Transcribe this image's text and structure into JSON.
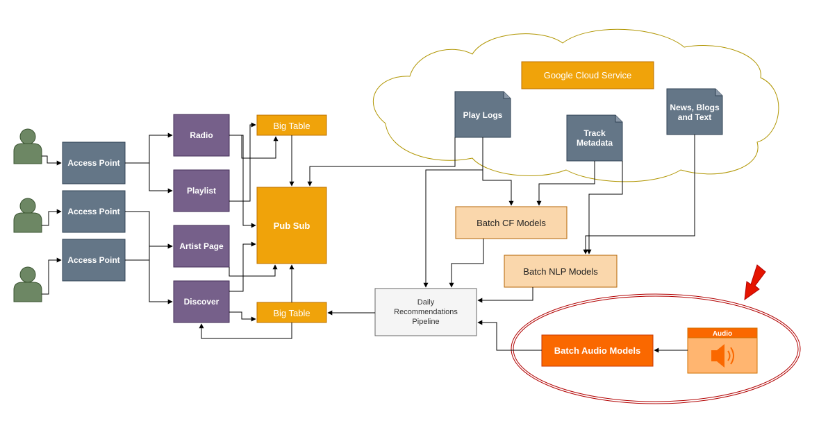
{
  "cloud": {
    "label": "Google Cloud Service"
  },
  "access_points": [
    "Access Point",
    "Access Point",
    "Access Point"
  ],
  "pages": {
    "radio": "Radio",
    "playlist": "Playlist",
    "artist": "Artist Page",
    "discover": "Discover"
  },
  "bigtable": {
    "top": "Big Table",
    "bottom": "Big Table"
  },
  "pubsub": {
    "label": "Pub Sub"
  },
  "documents": {
    "play_logs": [
      "Play Logs"
    ],
    "track_metadata": [
      "Track",
      "Metadata"
    ],
    "news": [
      "News, Blogs",
      "and Text"
    ]
  },
  "models": {
    "cf": "Batch CF Models",
    "nlp": "Batch NLP Models",
    "audio": "Batch Audio Models"
  },
  "pipeline": {
    "lines": [
      "Daily",
      "Recommendations",
      "Pipeline"
    ]
  },
  "audio_icon": {
    "label": "Audio",
    "icon": "speaker-icon"
  },
  "colors": {
    "user": "#6d8764",
    "access_point": "#647687",
    "page": "#76608a",
    "orange": "#f0a30a",
    "peach": "#fad7ac",
    "bright_orange": "#fa6800",
    "pipeline": "#f5f5f5",
    "cloud_stroke": "#b09500",
    "highlight": "#b20000",
    "arrow": "#e51400"
  }
}
